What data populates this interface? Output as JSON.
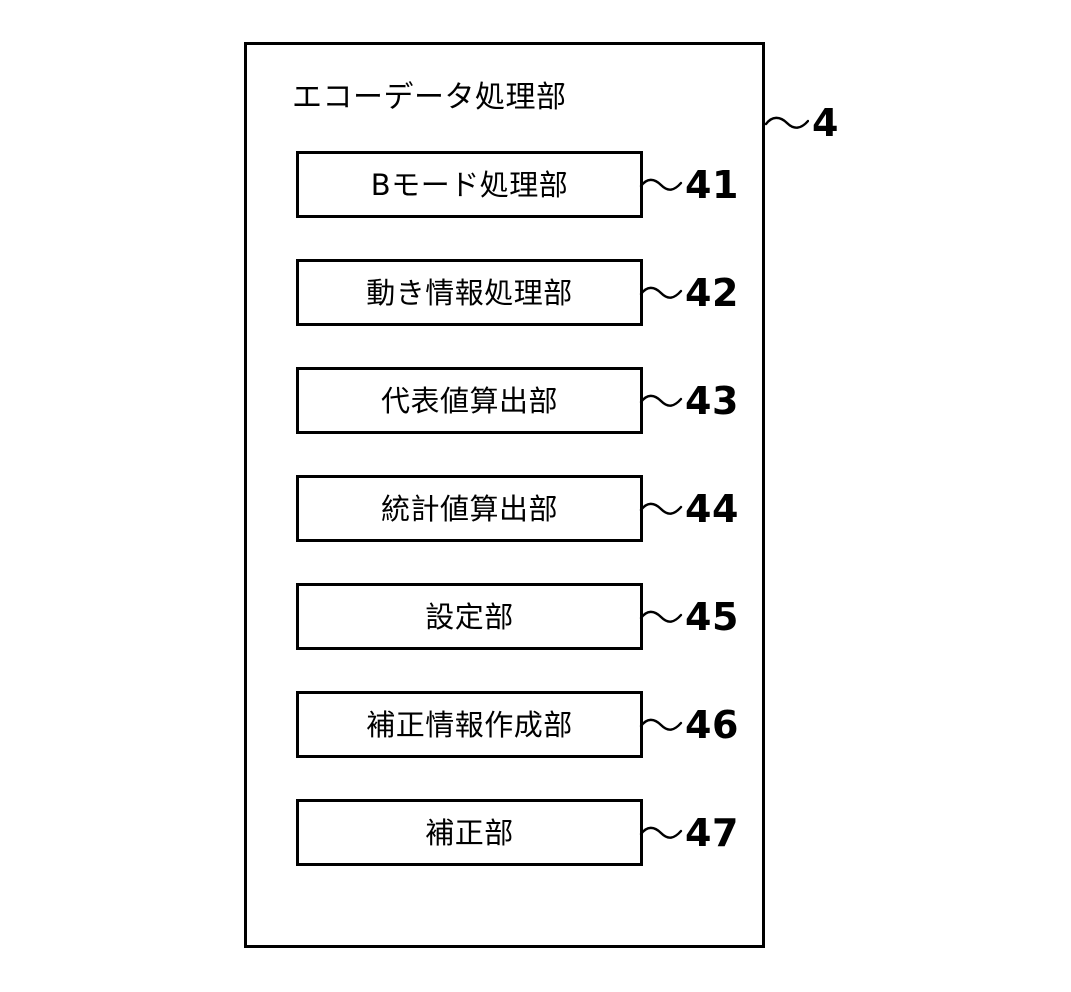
{
  "figure": {
    "type": "patent-block-diagram",
    "outer_block": {
      "title": "エコーデータ処理部",
      "reference_numeral": "4"
    },
    "units": [
      {
        "label": "Bモード処理部",
        "reference_numeral": "41"
      },
      {
        "label": "動き情報処理部",
        "reference_numeral": "42"
      },
      {
        "label": "代表値算出部",
        "reference_numeral": "43"
      },
      {
        "label": "統計値算出部",
        "reference_numeral": "44"
      },
      {
        "label": "設定部",
        "reference_numeral": "45"
      },
      {
        "label": "補正情報作成部",
        "reference_numeral": "46"
      },
      {
        "label": "補正部",
        "reference_numeral": "47"
      }
    ],
    "colors": {
      "line": "#000000",
      "background": "#ffffff",
      "text": "#000000"
    }
  }
}
